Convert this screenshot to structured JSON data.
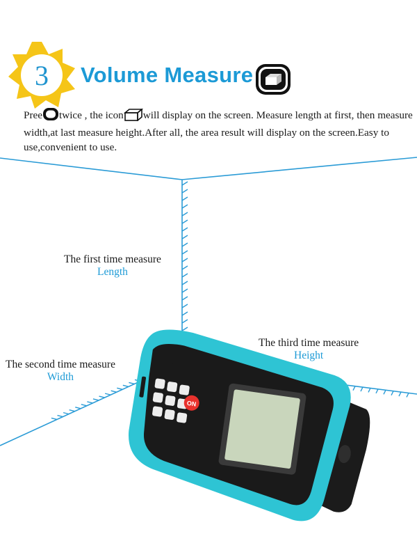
{
  "step": {
    "number": "3",
    "title": "Volume Measure",
    "icon": "volume-box-icon"
  },
  "description": {
    "part1": "Pree",
    "part1_icon": "button-icon",
    "part2": "twice , the icon",
    "part2_icon": "cube-icon",
    "part3": "will display on the screen. Measure length at first, then measure width,at last measure height.After all, the area result will display on the screen.Easy to use,convenient to use."
  },
  "labels": {
    "length": {
      "line1": "The first time measure",
      "line2": "Length"
    },
    "width": {
      "line1": "The second time measure",
      "line2": "Width"
    },
    "height": {
      "line1": "The third time measure",
      "line2": "Height"
    }
  },
  "device": {
    "on_button_label": "ON",
    "body_color": "#2ec4d4",
    "accent_color": "#e8322d"
  },
  "colors": {
    "badge": "#f5c518",
    "title": "#1c9ad6",
    "lines": "#2a9bd6"
  }
}
